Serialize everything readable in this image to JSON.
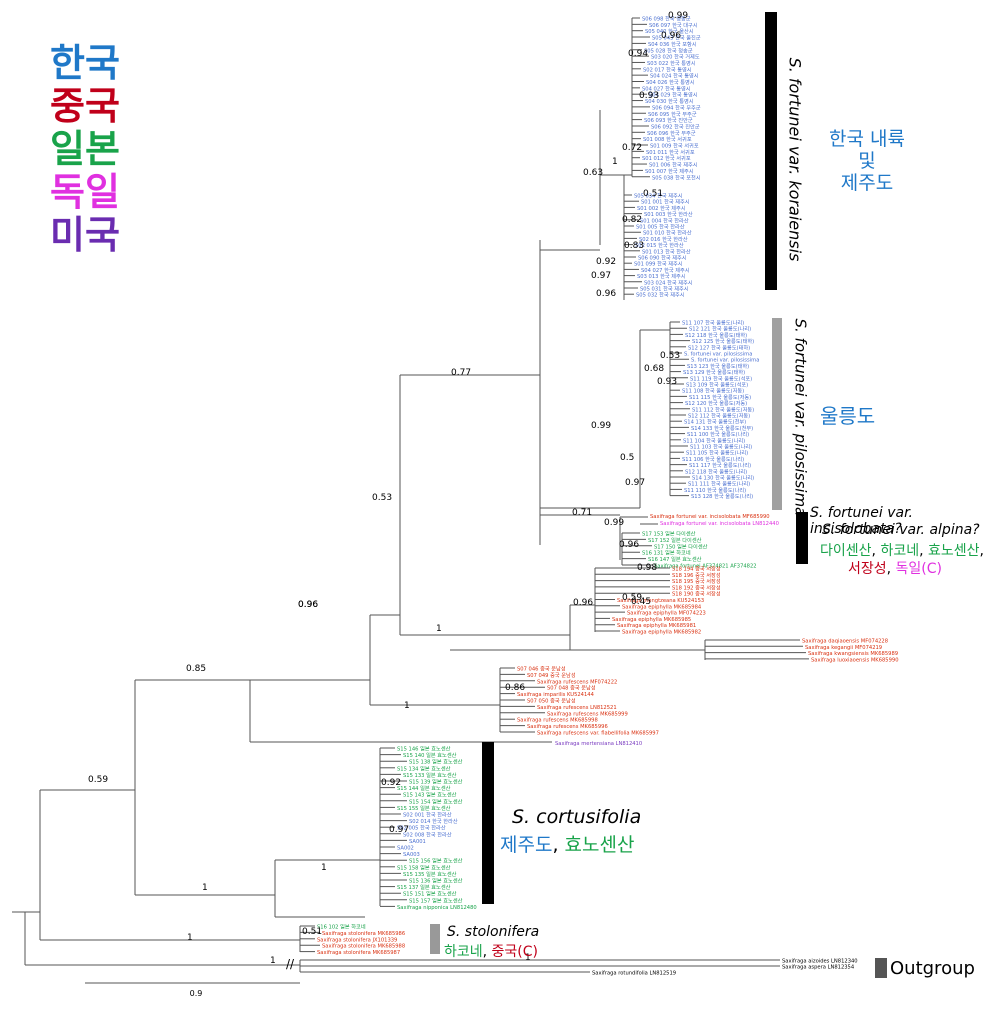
{
  "legend": [
    {
      "text": "한국",
      "color": "#1f78c8"
    },
    {
      "text": "중국",
      "color": "#c0001a"
    },
    {
      "text": "일본",
      "color": "#19a34a"
    },
    {
      "text": "독일",
      "color": "#e030e0"
    },
    {
      "text": "미국",
      "color": "#6a2cb0"
    }
  ],
  "colors": {
    "korea": "#4a6fd0",
    "china": "#d93010",
    "japan": "#19a34a",
    "germany": "#e030e0",
    "usa": "#7a3cc0",
    "black": "#000000",
    "gray": "#999999"
  },
  "clades": {
    "koraiensis": "S. fortunei var. koraiensis",
    "koraiensis_region": [
      "한국 내륙",
      "및",
      "제주도"
    ],
    "pilosissima": "S. fortunei var. pilosissima",
    "pilosissima_region": "울릉도",
    "incisolobata": "S. fortunei var. incisolobata?",
    "alpina": "S. fortunei var. alpina?",
    "alpina_region_line1": [
      {
        "text": "다이센산",
        "color": "#19a34a"
      },
      {
        "text": ", ",
        "color": "#000000"
      },
      {
        "text": "하코네",
        "color": "#19a34a"
      },
      {
        "text": ", ",
        "color": "#000000"
      },
      {
        "text": "효노센산",
        "color": "#19a34a"
      },
      {
        "text": ",",
        "color": "#000000"
      }
    ],
    "alpina_region_line2": [
      {
        "text": "서장성",
        "color": "#c0001a"
      },
      {
        "text": ", ",
        "color": "#000000"
      },
      {
        "text": "독일(C)",
        "color": "#e030e0"
      }
    ],
    "cortusifolia": "S. cortusifolia",
    "cortusifolia_region": [
      {
        "text": "제주도",
        "color": "#1f78c8"
      },
      {
        "text": ", ",
        "color": "#000000"
      },
      {
        "text": "효노센산",
        "color": "#19a34a"
      }
    ],
    "stolonifera": "S. stolonifera",
    "stolonifera_region": [
      {
        "text": "하코네",
        "color": "#19a34a"
      },
      {
        "text": ", ",
        "color": "#000000"
      },
      {
        "text": "중국(C)",
        "color": "#c0001a"
      }
    ],
    "outgroup": "Outgroup"
  },
  "support": [
    "0.99",
    "0.96",
    "0.94",
    "0.93",
    "0.72",
    "1",
    "0.63",
    "0.51",
    "0.82",
    "0.83",
    "0.92",
    "0.97",
    "0.96",
    "0.77",
    "0.53",
    "0.68",
    "0.93",
    "0.99",
    "0.5",
    "0.97",
    "0.71",
    "0.99",
    "0.96",
    "0.96",
    "0.53",
    "0.98",
    "0.59",
    "0.45",
    "0.96",
    "0.85",
    "1",
    "0.59",
    "1",
    "0.92",
    "0.97",
    "1",
    "1",
    "0.51",
    "1",
    "1",
    "0.96",
    "1",
    "0.86"
  ],
  "scale_label": "0.9",
  "leaves": {
    "korea_top": [
      "S06 098 한국 영동군",
      "S06 097 한국 대구시",
      "S05 040 한국 울산시",
      "S05 043 한국 울진군",
      "S04 036 한국 포항시",
      "S05 028 한국 청송군",
      "S03 020 한국 거제도",
      "S03 022 한국 통영시",
      "S02 017 한국 통영시",
      "S04 024 한국 통영시",
      "S04 026 한국 통영시",
      "S04 027 한국 통영시",
      "S04 029 한국 통영시",
      "S04 030 한국 통영시",
      "S06 094 한국 무주군",
      "S06 095 한국 무주군",
      "S06 093 한국 진안군",
      "S06 092 한국 진안군",
      "S06 096 한국 무주군",
      "S01 008 한국 서귀포",
      "S01 009 한국 서귀포",
      "S01 011 한국 서귀포",
      "S01 012 한국 서귀포",
      "S01 006 한국 제주시",
      "S01 007 한국 제주시",
      "S05 038 한국 포천시"
    ],
    "korea_jeju": [
      "S05 034 한국 제주시",
      "S01 001 한국 제주시",
      "S01 002 한국 제주시",
      "S01 003 한국 한라산",
      "S01 004 한국 한라산",
      "S01 005 한국 한라산",
      "S01 010 한국 한라산",
      "S02 016 한국 한라산",
      "S02 015 한국 한라산",
      "S01 013 한국 한라산",
      "S06 090 한국 제주시",
      "S01 099 한국 제주시",
      "S04 027 한국 제주시",
      "S03 013 한국 제주시",
      "S03 024 한국 제주시",
      "S05 031 한국 제주시",
      "S05 032 한국 제주시"
    ],
    "ulleung": [
      "S11 107 한국 울릉도(나리)",
      "S12 121 한국 울릉도(나리)",
      "S12 118 한국 울릉도(태하)",
      "S12 125 한국 울릉도(태하)",
      "S12 127 한국 울릉도(태하)",
      "S. fortunei var. pilosissima",
      "S. fortunei var. pilosissima",
      "S13 123 한국 울릉도(태하)",
      "S13 129 한국 울릉도(태하)",
      "S11 119 한국 울릉도(석포)",
      "S13 109 한국 울릉도(석포)",
      "S11 108 한국 울릉도(저동)",
      "S11 115 한국 울릉도(저동)",
      "S12 120 한국 울릉도(저동)",
      "S11 112 한국 울릉도(저동)",
      "S12 112 한국 울릉도(저동)",
      "S14 131 한국 울릉도(천부)",
      "S14 133 한국 울릉도(천부)",
      "S11 100 한국 울릉도(나리)",
      "S11 104 한국 울릉도(나리)",
      "S11 103 한국 울릉도(나리)",
      "S11 105 한국 울릉도(나리)",
      "S11 106 한국 울릉도(나리)",
      "S11 117 한국 울릉도(나리)",
      "S12 118 한국 울릉도(나리)",
      "S14 130 한국 울릉도(나리)",
      "S11 111 한국 울릉도(나리)",
      "S11 110 한국 울릉도(나리)",
      "S13 128 한국 울릉도(나리)"
    ],
    "incisolobata": [
      "Saxifraga fortunei var. incisolobata MF685990",
      "Saxifraga fortunei var. incisolobata LN812440"
    ],
    "alpina": [
      "S17 153 일본 다이센산",
      "S17 152 일본 다이센산",
      "S17 150 일본 다이센산",
      "S16 131 일본 하코네",
      "S16 147 일본 효노센산",
      "Saxifraga fortunei AF374821 AF374822"
    ],
    "china_a": [
      "S18 194 중국 서장성",
      "S18 196 중국 서장성",
      "S18 195 중국 서장성",
      "S18 192 중국 서장성",
      "S18 190 중국 서장성",
      "Saxifraga mengtzeana KU524153",
      "Saxifraga epiphylla MK685984",
      "Saxifraga epiphylla MF074223",
      "Saxifraga epiphylla MK685985",
      "Saxifraga epiphylla MK685981",
      "Saxifraga epiphylla MK685982"
    ],
    "china_b": [
      "Saxifraga daqiaoensis MF074228",
      "Saxifraga kegangii MF074219",
      "Saxifraga kwangsiensis MK685989",
      "Saxifraga luoxiaoensis MK685990"
    ],
    "china_c": [
      "S07 046 중국 운남성",
      "S07 049 중국 운남성",
      "Saxifraga rufescens MF074222",
      "S07 048 중국 운남성",
      "Saxifraga imparilis KU524144",
      "S07 050 중국 운남성",
      "Saxifraga rufescens LN812521",
      "Saxifraga rufescens MK685999",
      "Saxifraga rufescens MK685998",
      "Saxifraga rufescens MK685996",
      "Saxifraga rufescens var. flabellifolia MK685997"
    ],
    "usa": [
      "Saxifraga mertensiana LN812410"
    ],
    "cortus": [
      "S15 146 일본 효노센산",
      "S15 140 일본 효노센산",
      "S15 138 일본 효노센산",
      "S15 134 일본 효노센산",
      "S15 133 일본 효노센산",
      "S15 139 일본 효노센산",
      "S15 144 일본 효노센산",
      "S15 143 일본 효노센산",
      "S15 154 일본 효노센산",
      "S15 155 일본 효노센산",
      "S02 001 한국 한라산",
      "S02 014 한국 한라산",
      "S02 005 한국 한라산",
      "S02 008 한국 한라산",
      "SA001",
      "SA002",
      "SA003",
      "S15 156 일본 효노센산",
      "S15 158 일본 효노센산",
      "S15 135 일본 효노센산",
      "S15 136 일본 효노센산",
      "S15 137 일본 효노센산",
      "S15 151 일본 효노센산",
      "S15 157 일본 효노센산",
      "Saxifraga nipponica LN812480"
    ],
    "stolon": [
      "S16 102 일본 하코네",
      "Saxifraga stolonifera MK685986",
      "Saxifraga stolonifera JX101339",
      "Saxifraga stolonifera MK685988",
      "Saxifraga stolonifera MK685987"
    ],
    "outg": [
      "Saxifraga aizoides LN812340",
      "Saxifraga aspera LN812354",
      "Saxifraga rotundifolia LN812519"
    ]
  }
}
